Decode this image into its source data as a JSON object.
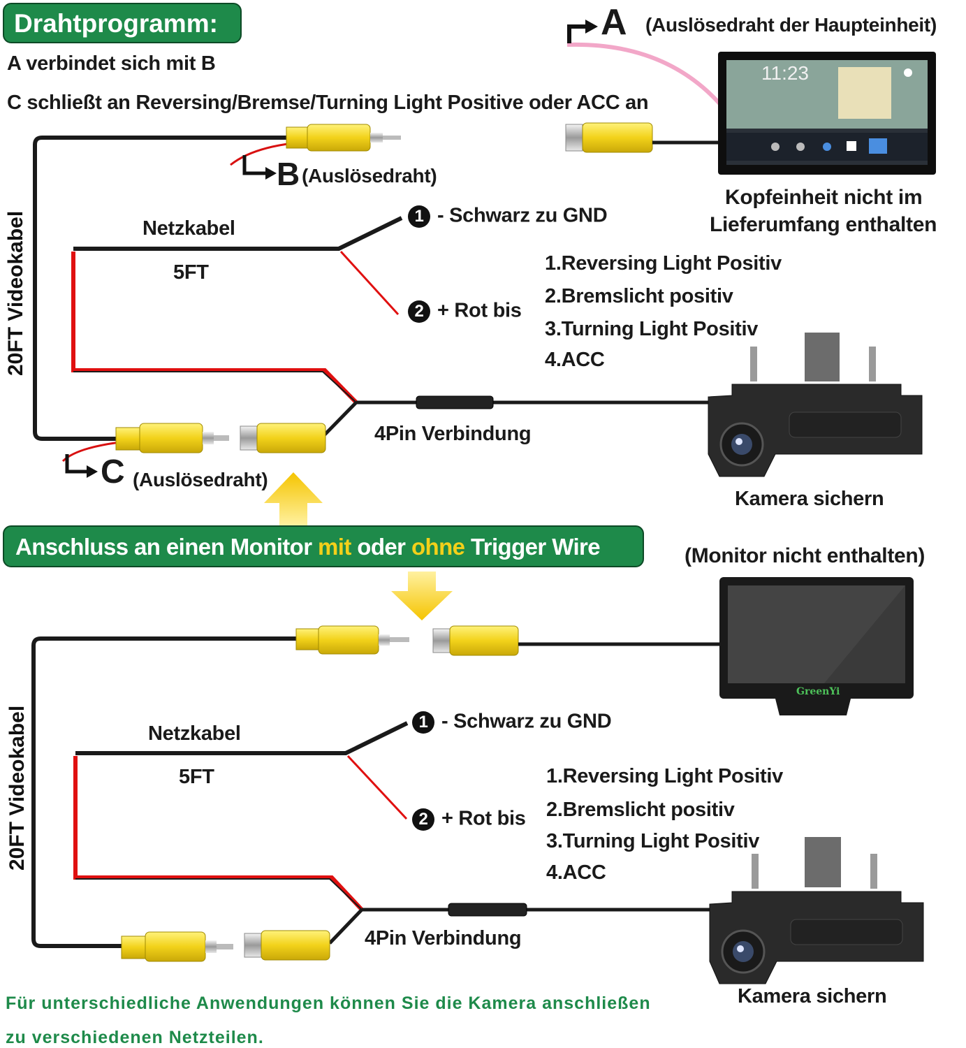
{
  "header": {
    "title": "Drahtprogramm:",
    "line1": "A verbindet sich mit B",
    "line2": "C schließt an Reversing/Bremse/Turning Light Positive oder ACC an"
  },
  "top": {
    "letter_a": "A",
    "a_label": "(Auslösedraht der Haupteinheit)",
    "letter_b": "B",
    "b_label": "(Auslösedraht)",
    "letter_c": "C",
    "c_label": "(Auslösedraht)",
    "head_unit_note_1": "Kopfeinheit nicht im",
    "head_unit_note_2": "Lieferumfang enthalten",
    "power_cable": "Netzkabel",
    "power_length": "5FT",
    "video_cable": "20FT Videokabel",
    "gnd_num": "1",
    "gnd_label": "- Schwarz zu GND",
    "red_num": "2",
    "red_label": "+ Rot bis",
    "options": [
      "1.Reversing Light Positiv",
      "2.Bremslicht positiv",
      "3.Turning Light Positiv",
      "4.ACC"
    ],
    "connector_label": "4Pin Verbindung",
    "camera_label": "Kamera sichern",
    "head_unit_time": "11:23"
  },
  "middle_banner": {
    "part1": "Anschluss an einen Monitor ",
    "highlight1": "mit",
    "part2": " oder ",
    "highlight2": "ohne",
    "part3": " Trigger Wire"
  },
  "bottom": {
    "monitor_note": "(Monitor nicht enthalten)",
    "monitor_brand": "GreenYi",
    "power_cable": "Netzkabel",
    "power_length": "5FT",
    "video_cable": "20FT Videokabel",
    "gnd_num": "1",
    "gnd_label": "- Schwarz zu GND",
    "red_num": "2",
    "red_label": "+ Rot bis",
    "options": [
      "1.Reversing Light Positiv",
      "2.Bremslicht positiv",
      "3.Turning Light Positiv",
      "4.ACC"
    ],
    "connector_label": "4Pin Verbindung",
    "camera_label": "Kamera sichern"
  },
  "footer": {
    "line1": "Für unterschiedliche Anwendungen können Sie die Kamera anschließen",
    "line2": "zu verschiedenen Netzteilen."
  },
  "colors": {
    "green": "#1e8a4a",
    "yellow": "#f3d01a",
    "red_wire": "#e01010",
    "black_wire": "#1a1a1a",
    "pink_wire": "#f2a7c8"
  }
}
